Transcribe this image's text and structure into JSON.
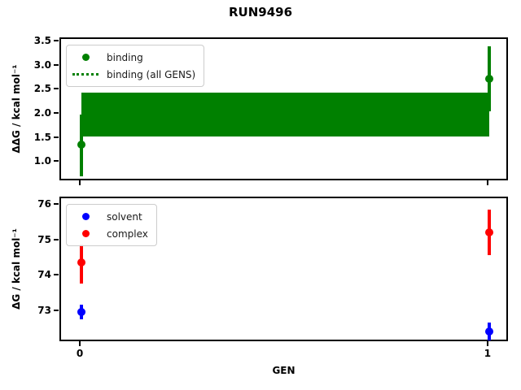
{
  "title": "RUN9496",
  "xlabel": "GEN",
  "colors": {
    "binding": "#008000",
    "solvent": "#0000ff",
    "complex": "#ff0000",
    "spine": "#000000",
    "legend_border": "#cccccc"
  },
  "chart_data": [
    {
      "type": "scatter",
      "title": "",
      "ylabel": "ΔΔG / kcal mol⁻¹",
      "xlabel": "",
      "xlim": [
        -0.05,
        1.05
      ],
      "ylim": [
        0.6,
        3.57
      ],
      "yticks": [
        1.0,
        1.5,
        2.0,
        2.5,
        3.0,
        3.5
      ],
      "ytick_labels": [
        "1.0",
        "1.5",
        "2.0",
        "2.5",
        "3.0",
        "3.5"
      ],
      "xticks": [
        0,
        1
      ],
      "xtick_labels": [],
      "grid": false,
      "legend_position": "upper left",
      "legend": [
        {
          "label": "binding",
          "swatch": "marker",
          "color": "#008000"
        },
        {
          "label": "binding (all GENS)",
          "swatch": "dotted-line",
          "color": "#008000"
        }
      ],
      "band": {
        "label": "binding (all GENS)",
        "color": "#008000",
        "x_start": 0,
        "x_end": 1,
        "lo": 1.55,
        "hi": 2.46,
        "mean": 2.0
      },
      "series": [
        {
          "name": "binding",
          "color": "#008000",
          "marker": "circle",
          "x": [
            0,
            1
          ],
          "y": [
            1.37,
            2.74
          ],
          "yerr_lo": [
            0.72,
            2.07
          ],
          "yerr_hi": [
            2.0,
            3.41
          ]
        }
      ]
    },
    {
      "type": "scatter",
      "title": "",
      "ylabel": "ΔG / kcal mol⁻¹",
      "xlabel": "GEN",
      "xlim": [
        -0.05,
        1.05
      ],
      "ylim": [
        72.13,
        76.21
      ],
      "yticks": [
        73,
        74,
        75,
        76
      ],
      "ytick_labels": [
        "73",
        "74",
        "75",
        "76"
      ],
      "xticks": [
        0,
        1
      ],
      "xtick_labels": [
        "0",
        "1"
      ],
      "grid": false,
      "legend_position": "upper left",
      "legend": [
        {
          "label": "solvent",
          "swatch": "marker",
          "color": "#0000ff"
        },
        {
          "label": "complex",
          "swatch": "marker",
          "color": "#ff0000"
        }
      ],
      "series": [
        {
          "name": "solvent",
          "color": "#0000ff",
          "marker": "circle",
          "x": [
            0,
            1
          ],
          "y": [
            73.0,
            72.45
          ],
          "yerr_lo": [
            72.8,
            72.2
          ],
          "yerr_hi": [
            73.2,
            72.7
          ]
        },
        {
          "name": "complex",
          "color": "#ff0000",
          "marker": "circle",
          "x": [
            0,
            1
          ],
          "y": [
            74.4,
            75.25
          ],
          "yerr_lo": [
            73.8,
            74.6
          ],
          "yerr_hi": [
            74.9,
            75.9
          ]
        }
      ]
    }
  ]
}
